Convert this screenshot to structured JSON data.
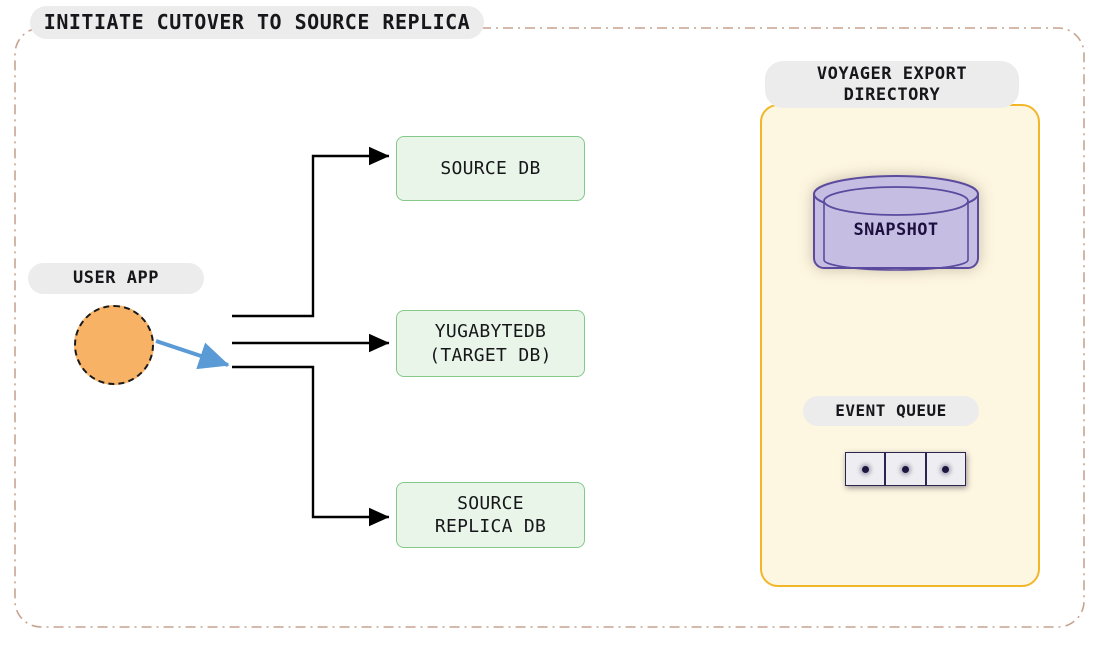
{
  "diagram": {
    "title": "INITIATE CUTOVER TO SOURCE REPLICA",
    "background": "#ffffff",
    "boundary_color": "#c7a491",
    "boundary_style": "dash-dot"
  },
  "user_app": {
    "label": "USER APP",
    "shape": "circle",
    "fill": "#f8b266",
    "border": "#1a1a1a",
    "border_style": "dashed"
  },
  "databases": [
    {
      "name": "source-db",
      "label": "SOURCE DB",
      "fill": "#e9f5e9",
      "border": "#84c98a"
    },
    {
      "name": "target-db",
      "label": "YUGABYTEDB\n(TARGET DB)",
      "fill": "#e9f5e9",
      "border": "#84c98a"
    },
    {
      "name": "source-replica-db",
      "label": "SOURCE\nREPLICA DB",
      "fill": "#e9f5e9",
      "border": "#84c98a"
    }
  ],
  "voyager": {
    "label": "VOYAGER EXPORT\nDIRECTORY",
    "panel_fill": "#fdf6e0",
    "panel_border": "#f2b728",
    "snapshot": {
      "label": "SNAPSHOT",
      "fill": "#c6bee2",
      "border": "#5b4a9e",
      "shape": "cylinder"
    },
    "event_queue": {
      "label": "EVENT QUEUE",
      "cell_count": 3,
      "cell_fill": "#eeeef2",
      "cell_border": "#2b2550",
      "dot_color": "#1d1740"
    }
  },
  "connectors": {
    "black_color": "#000000",
    "blue_color": "#5b9bd5",
    "active_flow": "user-app-to-source-replica-db"
  }
}
